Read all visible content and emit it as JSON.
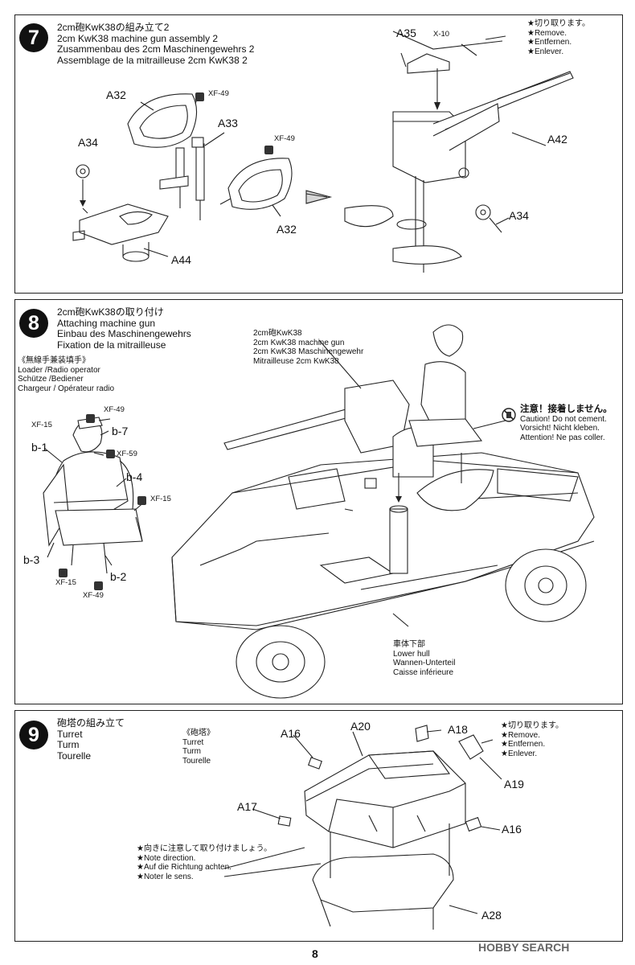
{
  "steps": {
    "s7": {
      "number": "7",
      "title_ja": "2cm砲KwK38の組み立て2",
      "title_en": "2cm KwK38 machine gun assembly 2",
      "title_de": "Zusammenbau des 2cm Maschinengewehrs 2",
      "title_fr": "Assemblage de la mitrailleuse 2cm KwK38 2",
      "parts": {
        "a32_top": "A32",
        "a32_right": "A32",
        "a33": "A33",
        "a34": "A34",
        "a44": "A44",
        "a35": "A35",
        "a42": "A42",
        "a34_right": "A34"
      },
      "paints": {
        "xf49_a": "XF-49",
        "xf49_b": "XF-49",
        "x10": "X-10"
      },
      "remove_notes": [
        "★切り取ります。",
        "★Remove.",
        "★Entfernen.",
        "★Enlever."
      ]
    },
    "s8": {
      "number": "8",
      "title_ja": "2cm砲KwK38の取り付け",
      "title_en": "Attaching machine gun",
      "title_de": "Einbau des Maschinengewehrs",
      "title_fr": "Fixation de la mitrailleuse",
      "figure_title": [
        "《無線手兼装填手》",
        "Loader /Radio operator",
        "Schütze /Bediener",
        "Chargeur / Opérateur radio"
      ],
      "gun_label": [
        "2cm砲KwK38",
        "2cm KwK38 machine gun",
        "2cm KwK38 Maschinengewehr",
        "Mitrailleuse 2cm KwK38"
      ],
      "caution": [
        "注意！接着しません。",
        "Caution! Do not cement.",
        "Vorsicht! Nicht kleben.",
        "Attention! Ne pas coller."
      ],
      "hull_label": [
        "車体下部",
        "Lower hull",
        "Wannen-Unterteil",
        "Caisse inférieure"
      ],
      "figure_parts": {
        "b1": "b-1",
        "b2": "b-2",
        "b3": "b-3",
        "b4": "b-4",
        "b7": "b-7"
      },
      "figure_paints": {
        "xf49_top": "XF-49",
        "xf15_a": "XF-15",
        "xf59": "XF-59",
        "xf15_b": "XF-15",
        "xf15_c": "XF-15",
        "xf49_bottom": "XF-49"
      }
    },
    "s9": {
      "number": "9",
      "title_ja": "砲塔の組み立て",
      "title_en": "Turret",
      "title_de": "Turm",
      "title_fr": "Tourelle",
      "turret_title": [
        "《砲塔》",
        "Turret",
        "Turm",
        "Tourelle"
      ],
      "parts": {
        "a16_left": "A16",
        "a20": "A20",
        "a18": "A18",
        "a19": "A19",
        "a17": "A17",
        "a16_right": "A16",
        "a28": "A28"
      },
      "remove_notes": [
        "★切り取ります。",
        "★Remove.",
        "★Entfernen.",
        "★Enlever."
      ],
      "direction_notes": [
        "★向きに注意して取り付けましょう。",
        "★Note direction.",
        "★Auf die Richtung achten.",
        "★Noter le sens."
      ]
    }
  },
  "page_number": "8",
  "watermark": "HOBBY SEARCH",
  "colors": {
    "ink": "#111111",
    "paint_swatch": "#333333"
  }
}
